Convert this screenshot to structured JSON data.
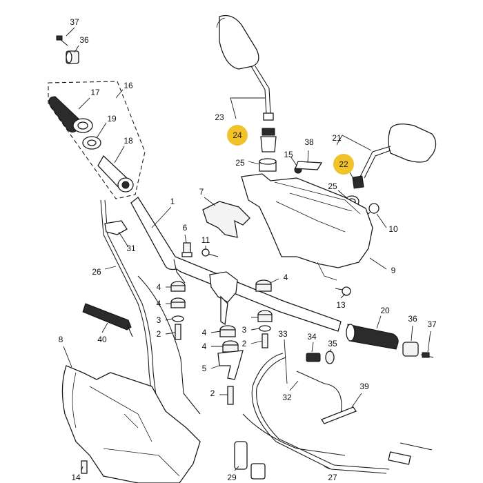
{
  "diagram": {
    "highlight_color": "#f2c22b",
    "callouts": [
      {
        "id": "c37a",
        "text": "37"
      },
      {
        "id": "c36a",
        "text": "36"
      },
      {
        "id": "c17",
        "text": "17"
      },
      {
        "id": "c16",
        "text": "16"
      },
      {
        "id": "c19",
        "text": "19"
      },
      {
        "id": "c18",
        "text": "18"
      },
      {
        "id": "c23",
        "text": "23"
      },
      {
        "id": "c24",
        "text": "24",
        "highlighted": true
      },
      {
        "id": "c25a",
        "text": "25"
      },
      {
        "id": "c15",
        "text": "15"
      },
      {
        "id": "c38",
        "text": "38"
      },
      {
        "id": "c21",
        "text": "21"
      },
      {
        "id": "c22",
        "text": "22",
        "highlighted": true
      },
      {
        "id": "c25b",
        "text": "25"
      },
      {
        "id": "c10",
        "text": "10"
      },
      {
        "id": "c7",
        "text": "7"
      },
      {
        "id": "c1",
        "text": "1"
      },
      {
        "id": "c6",
        "text": "6"
      },
      {
        "id": "c11",
        "text": "11"
      },
      {
        "id": "c31",
        "text": "31"
      },
      {
        "id": "c26",
        "text": "26"
      },
      {
        "id": "c9",
        "text": "9"
      },
      {
        "id": "c4a",
        "text": "4"
      },
      {
        "id": "c4b",
        "text": "4"
      },
      {
        "id": "c4c",
        "text": "4"
      },
      {
        "id": "c4d",
        "text": "4"
      },
      {
        "id": "c4e",
        "text": "4"
      },
      {
        "id": "c3a",
        "text": "3"
      },
      {
        "id": "c3b",
        "text": "3"
      },
      {
        "id": "c2a",
        "text": "2"
      },
      {
        "id": "c2b",
        "text": "2"
      },
      {
        "id": "c2c",
        "text": "2"
      },
      {
        "id": "c13",
        "text": "13"
      },
      {
        "id": "c20",
        "text": "20"
      },
      {
        "id": "c36b",
        "text": "36"
      },
      {
        "id": "c37b",
        "text": "37"
      },
      {
        "id": "c40",
        "text": "40"
      },
      {
        "id": "c8",
        "text": "8"
      },
      {
        "id": "c5",
        "text": "5"
      },
      {
        "id": "c33",
        "text": "33"
      },
      {
        "id": "c34",
        "text": "34"
      },
      {
        "id": "c35",
        "text": "35"
      },
      {
        "id": "c32",
        "text": "32"
      },
      {
        "id": "c39",
        "text": "39"
      },
      {
        "id": "c14",
        "text": "14"
      },
      {
        "id": "c29",
        "text": "29"
      },
      {
        "id": "c27",
        "text": "27"
      }
    ]
  }
}
